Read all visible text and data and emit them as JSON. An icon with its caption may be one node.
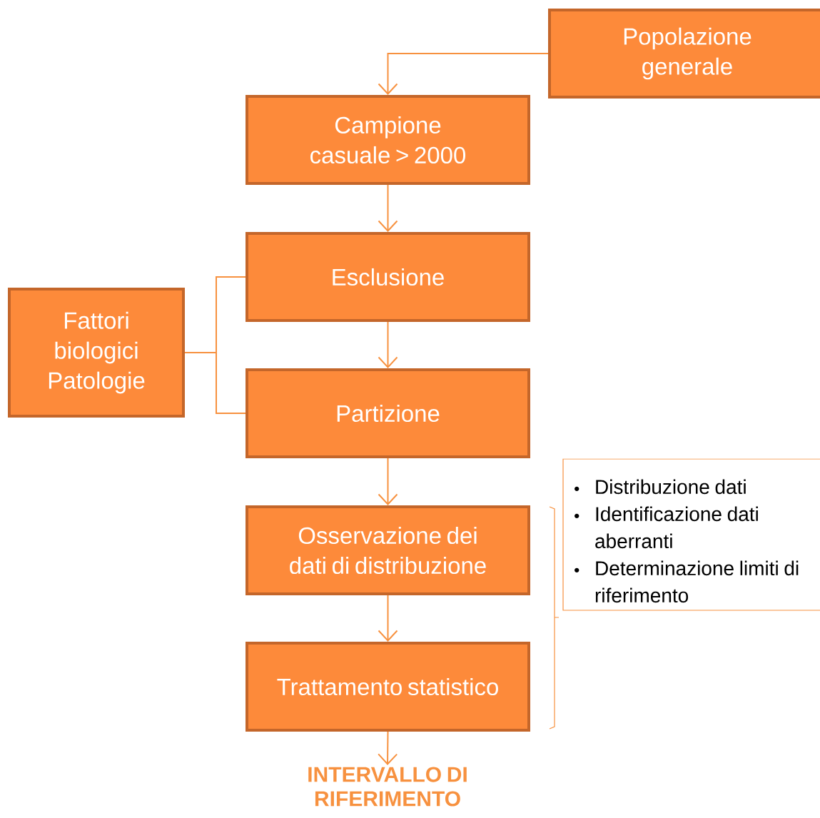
{
  "diagram": {
    "nodes": [
      {
        "text": [
          "Popolazione generale"
        ]
      },
      {
        "text": [
          "Campione casuale > 2000"
        ]
      },
      {
        "text": [
          "Esclusione"
        ]
      },
      {
        "text": [
          "Fattori biologici Patologie"
        ]
      },
      {
        "text": [
          "Partizione"
        ]
      },
      {
        "text": [
          "Osservazione dei dati di distribuzione"
        ]
      },
      {
        "text": [
          "Trattamento statistico"
        ]
      },
      {
        "text": [
          "INTERVALLO DI RIFERIMENTO"
        ]
      },
      {
        "text": [
          "Distribuzione dati",
          "Identificazione dati aberranti",
          "Determinazione limiti di riferimento"
        ]
      }
    ],
    "edges": [
      {
        "from": 0,
        "to": 1,
        "arrow": "to"
      },
      {
        "from": 1,
        "to": 2,
        "arrow": "to"
      },
      {
        "from": 2,
        "to": 4,
        "arrow": "to"
      },
      {
        "from": 3,
        "to": 2,
        "arrow": "none"
      },
      {
        "from": 3,
        "to": 4,
        "arrow": "none"
      },
      {
        "from": 4,
        "to": 5,
        "arrow": "to"
      },
      {
        "from": 5,
        "to": 6,
        "arrow": "to"
      },
      {
        "from": 6,
        "to": 7,
        "arrow": "to"
      }
    ]
  }
}
